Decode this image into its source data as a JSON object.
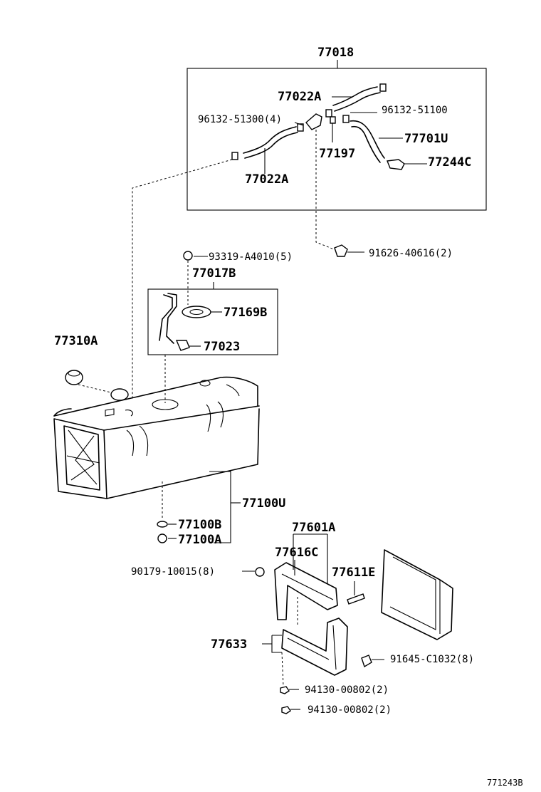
{
  "diagram": {
    "labels": {
      "l77018": "77018",
      "l77022a_top": "77022A",
      "l96132_51300": "96132-51300(4)",
      "l96132_51100": "96132-51100",
      "l77701u": "77701U",
      "l77197": "77197",
      "l77244c": "77244C",
      "l77022a_bottom": "77022A",
      "l91626_40616": "91626-40616(2)",
      "l93319_a4010": "93319-A4010(5)",
      "l77017b": "77017B",
      "l77169b": "77169B",
      "l77023": "77023",
      "l77310a": "77310A",
      "l77100u": "77100U",
      "l77100b": "77100B",
      "l77100a": "77100A",
      "l77601a": "77601A",
      "l77616c": "77616C",
      "l77611e": "77611E",
      "l90179_10015": "90179-10015(8)",
      "l77633": "77633",
      "l91645_c1032": "91645-C1032(8)",
      "l94130_00802_a": "94130-00802(2)",
      "l94130_00802_b": "94130-00802(2)",
      "code": "771243B"
    }
  }
}
